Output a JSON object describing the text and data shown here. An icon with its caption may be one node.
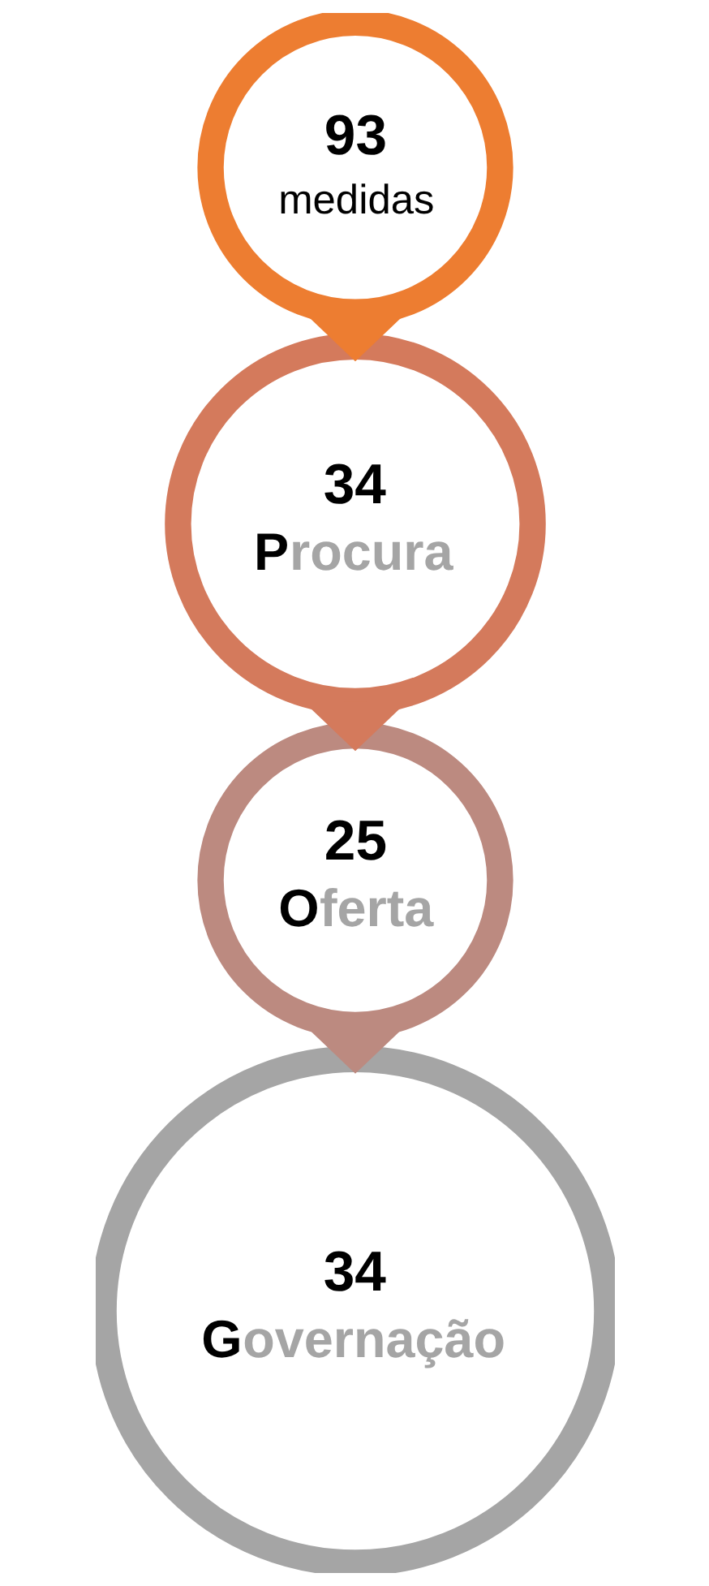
{
  "diagram": {
    "nodes": [
      {
        "text": [
          "93",
          "medidas"
        ]
      },
      {
        "text": [
          "34",
          "Procura"
        ]
      },
      {
        "text": [
          "25",
          "Oferta"
        ]
      },
      {
        "text": [
          "34",
          "Governação"
        ]
      }
    ],
    "edges": [
      {
        "from": 0,
        "to": 1,
        "arrow": "to",
        "color": "#ed7d31"
      },
      {
        "from": 1,
        "to": 2,
        "arrow": "to",
        "color": "#d47a5c"
      },
      {
        "from": 2,
        "to": 3,
        "arrow": "to",
        "color": "#bc8a80"
      }
    ]
  }
}
